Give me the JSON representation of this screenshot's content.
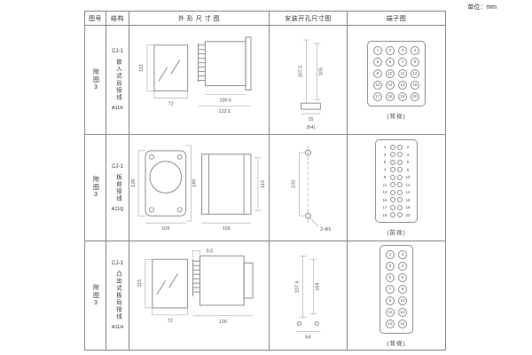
{
  "page": {
    "unit_label": "单位：mm"
  },
  "table": {
    "headers": {
      "figure": "图号",
      "structure": "结构",
      "outline": "外 形 尺 寸 图",
      "install": "安装开孔尺寸图",
      "terminal": "端子图"
    },
    "rows": [
      {
        "figure": "附图3",
        "model": "CJ-1",
        "structure_desc": "嵌入式后接线",
        "code": "A11K",
        "outline": {
          "height": "115",
          "width": "72",
          "body": "100.5",
          "total": "122.5"
        },
        "install": {
          "dim1": "107.5",
          "dim2": "105",
          "dim3": "15",
          "dim4": "(64)"
        },
        "terminal": {
          "type": "grid",
          "cols": 4,
          "numbers": [
            "1",
            "2",
            "3",
            "4",
            "5",
            "6",
            "7",
            "8",
            "9",
            "10",
            "11",
            "12",
            "13",
            "14",
            "15",
            "16",
            "17",
            "18",
            "19",
            "20"
          ],
          "view": "(背视)"
        }
      },
      {
        "figure": "附图3",
        "model": "CJ-1",
        "structure_desc": "板前接线",
        "code": "A11Q",
        "outline": {
          "left": "128",
          "right": "149",
          "width": "105",
          "depth": "156",
          "side": "113"
        },
        "install": {
          "dim1": "133",
          "holes": "2-Φ5"
        },
        "terminal": {
          "type": "pairs",
          "rows": [
            [
              "1",
              "2"
            ],
            [
              "3",
              "4"
            ],
            [
              "5",
              "6"
            ],
            [
              "7",
              "8"
            ],
            [
              "9",
              "10"
            ],
            [
              "11",
              "12"
            ],
            [
              "13",
              "14"
            ],
            [
              "15",
              "16"
            ],
            [
              "17",
              "18"
            ],
            [
              "19",
              "20"
            ]
          ],
          "view": "(前视)"
        }
      },
      {
        "figure": "附图3",
        "model": "CJ-1",
        "structure_desc": "凸出式板后接线",
        "code": "A11H",
        "outline": {
          "height": "115",
          "width": "72",
          "pin": "9.5",
          "total": "126"
        },
        "install": {
          "dim1": "107.5",
          "dim2": "104",
          "dim3": "64"
        },
        "terminal": {
          "type": "grid",
          "cols": 2,
          "numbers": [
            "1",
            "2",
            "3",
            "4",
            "5",
            "6",
            "7",
            "8",
            "9",
            "10",
            "11",
            "12",
            "13",
            "14"
          ],
          "view": "(背视)"
        }
      }
    ]
  }
}
